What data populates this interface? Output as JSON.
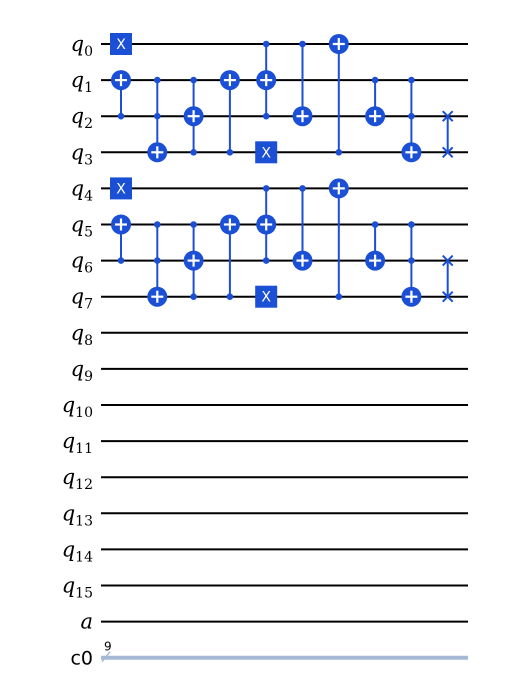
{
  "circuit": {
    "colors": {
      "gate": "#1a4fd6",
      "wire": "#000000",
      "classical_wire": "#a5b8d6",
      "gate_text": "#ffffff"
    },
    "qubits": [
      {
        "name": "q",
        "sub": "0"
      },
      {
        "name": "q",
        "sub": "1"
      },
      {
        "name": "q",
        "sub": "2"
      },
      {
        "name": "q",
        "sub": "3"
      },
      {
        "name": "q",
        "sub": "4"
      },
      {
        "name": "q",
        "sub": "5"
      },
      {
        "name": "q",
        "sub": "6"
      },
      {
        "name": "q",
        "sub": "7"
      },
      {
        "name": "q",
        "sub": "8"
      },
      {
        "name": "q",
        "sub": "9"
      },
      {
        "name": "q",
        "sub": "10"
      },
      {
        "name": "q",
        "sub": "11"
      },
      {
        "name": "q",
        "sub": "12"
      },
      {
        "name": "q",
        "sub": "13"
      },
      {
        "name": "q",
        "sub": "14"
      },
      {
        "name": "q",
        "sub": "15"
      },
      {
        "name": "a",
        "sub": ""
      }
    ],
    "classical": {
      "name": "c0",
      "size": "9"
    },
    "gates": [
      {
        "type": "x",
        "col": 0,
        "target": 0,
        "label": "X"
      },
      {
        "type": "x",
        "col": 0,
        "target": 4,
        "label": "X"
      },
      {
        "type": "cx",
        "col": 0,
        "controls": [
          2
        ],
        "target": 1
      },
      {
        "type": "cx",
        "col": 0,
        "controls": [
          6
        ],
        "target": 5
      },
      {
        "type": "cx",
        "col": 1,
        "controls": [
          1,
          2
        ],
        "target": 3
      },
      {
        "type": "cx",
        "col": 1,
        "controls": [
          5,
          6
        ],
        "target": 7
      },
      {
        "type": "cx",
        "col": 2,
        "controls": [
          1,
          3
        ],
        "target": 2
      },
      {
        "type": "cx",
        "col": 2,
        "controls": [
          5,
          7
        ],
        "target": 6
      },
      {
        "type": "cx",
        "col": 3,
        "controls": [
          3
        ],
        "target": 1
      },
      {
        "type": "cx",
        "col": 3,
        "controls": [
          7
        ],
        "target": 5
      },
      {
        "type": "cx",
        "col": 4,
        "controls": [
          0,
          2
        ],
        "target": 1
      },
      {
        "type": "cx",
        "col": 4,
        "controls": [
          4,
          6
        ],
        "target": 5
      },
      {
        "type": "x",
        "col": 4,
        "target": 3,
        "label": "X"
      },
      {
        "type": "x",
        "col": 4,
        "target": 7,
        "label": "X"
      },
      {
        "type": "cx",
        "col": 5,
        "controls": [
          0
        ],
        "target": 2
      },
      {
        "type": "cx",
        "col": 5,
        "controls": [
          4
        ],
        "target": 6
      },
      {
        "type": "cx",
        "col": 6,
        "controls": [
          3
        ],
        "target": 0
      },
      {
        "type": "cx",
        "col": 6,
        "controls": [
          7
        ],
        "target": 4
      },
      {
        "type": "cx",
        "col": 7,
        "controls": [
          1
        ],
        "target": 2
      },
      {
        "type": "cx",
        "col": 7,
        "controls": [
          5
        ],
        "target": 6
      },
      {
        "type": "cx",
        "col": 8,
        "controls": [
          1,
          2
        ],
        "target": 3
      },
      {
        "type": "cx",
        "col": 8,
        "controls": [
          5,
          6
        ],
        "target": 7
      },
      {
        "type": "swap",
        "col": 9,
        "targets": [
          2,
          3
        ]
      },
      {
        "type": "swap",
        "col": 9,
        "targets": [
          6,
          7
        ]
      }
    ]
  }
}
